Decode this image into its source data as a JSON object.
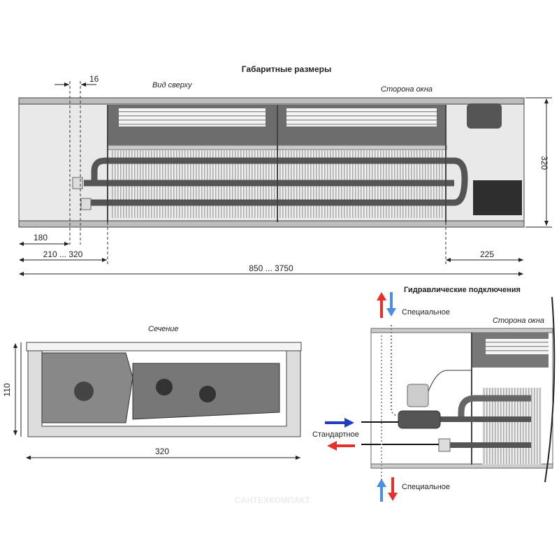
{
  "title": "Габаритные размеры",
  "top_view": {
    "label": "Вид сверху",
    "window_side": "Сторона окна",
    "dims": {
      "d16": "16",
      "d180": "180",
      "d210": "210 ... 320",
      "d225": "225",
      "length": "850 ... 3750",
      "width": "320"
    }
  },
  "section": {
    "label": "Сечение",
    "height": "110",
    "width": "320"
  },
  "hydraulic": {
    "title": "Гидравлические подключения",
    "special_top": "Специальное",
    "standard": "Стандартное",
    "special_bottom": "Специальное",
    "window_side": "Сторона окна"
  },
  "watermark": "САНТЕХКОМПАКТ",
  "colors": {
    "red": "#e8302a",
    "blue": "#4a90e2",
    "dark_blue": "#1f3fbf"
  }
}
